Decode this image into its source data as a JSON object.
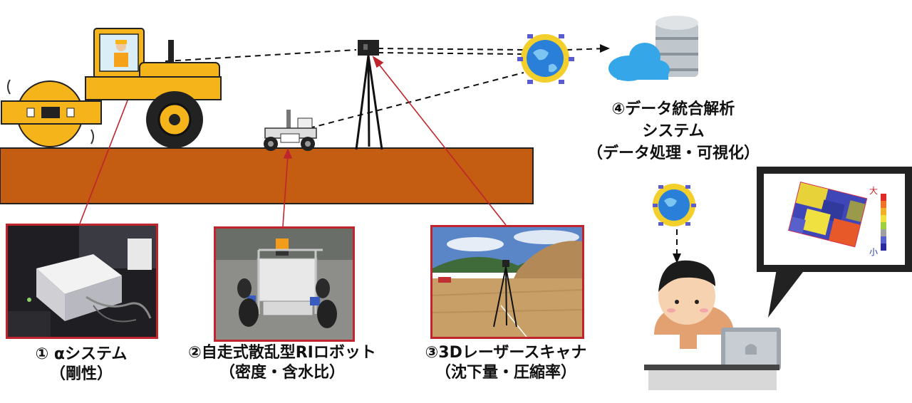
{
  "labels": {
    "alpha": {
      "title": "① αシステム",
      "sub": "（剛性）"
    },
    "ri": {
      "title": "②自走式散乱型RIロボット",
      "sub": "（密度・含水比）"
    },
    "scanner": {
      "title": "③3Dレーザースキャナ",
      "sub": "（沈下量・圧縮率）"
    },
    "analysis": {
      "title": "④データ統合解析",
      "line2": "システム",
      "sub": "（データ処理・可視化）"
    }
  },
  "legend": {
    "high": "大",
    "low": "小"
  },
  "colors": {
    "ground": "#c45c12",
    "leader_line": "#c0242c",
    "roller_yellow": "#f5b41a",
    "cloud_blue": "#35a7e8",
    "globe_blue": "#2a7fd8"
  },
  "icons": [
    "roller-icon",
    "robot-icon",
    "tripod-scanner-icon",
    "globe-icon",
    "cloud-database-icon",
    "worker-at-laptop-icon",
    "heatmap-monitor-icon"
  ]
}
